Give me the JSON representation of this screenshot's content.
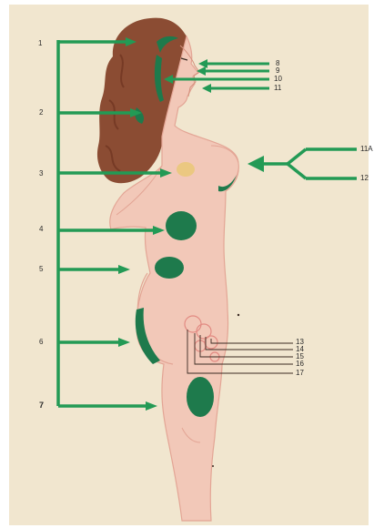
{
  "figure": {
    "left_labels": [
      "1",
      "2",
      "3",
      "4",
      "5",
      "6",
      "7"
    ],
    "face_labels": [
      "8",
      "9",
      "10",
      "11"
    ],
    "right_labels": [
      "11A",
      "12"
    ],
    "groin_labels": [
      "13",
      "14",
      "15",
      "16",
      "17"
    ]
  },
  "colors": {
    "paper": "#f1e6cf",
    "skin": "#f2c8b8",
    "skin_shadow": "#e3a595",
    "hair": "#8b4c33",
    "hair_dark": "#6d3320",
    "zone_green": "#1e7a4c",
    "arrow_green": "#239a55",
    "yellow_spot": "#e8c86a",
    "ink": "#3a2a22"
  }
}
